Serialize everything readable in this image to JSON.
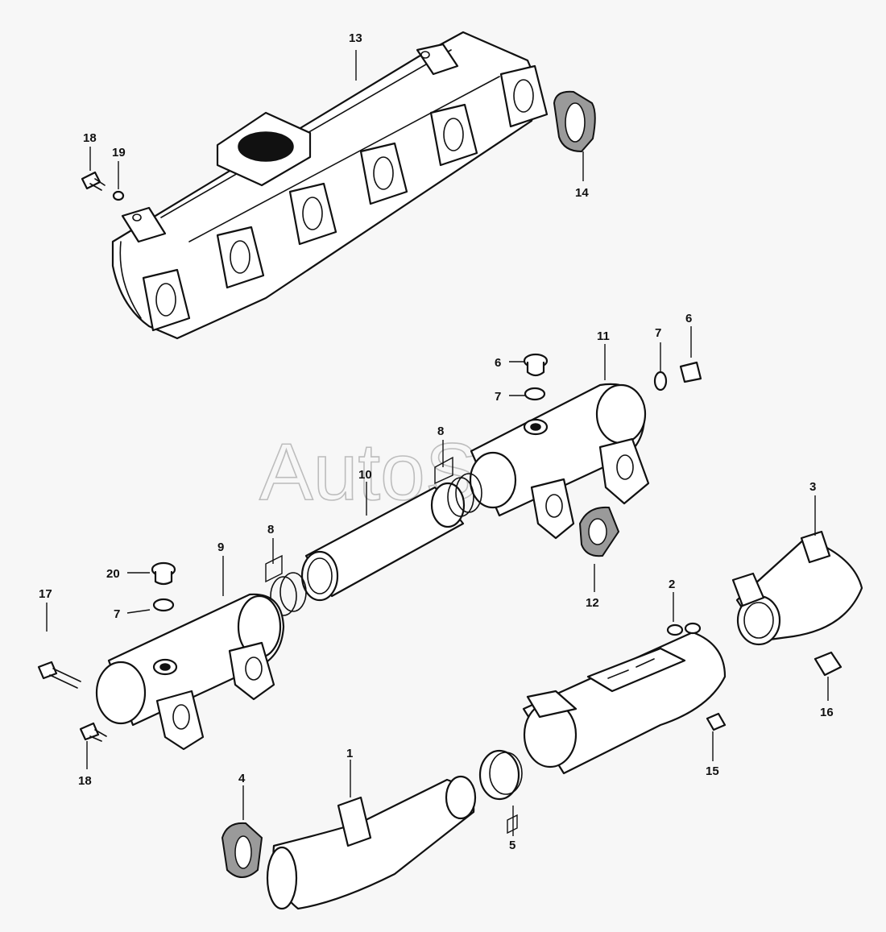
{
  "watermark": "AutoSoft",
  "callouts": {
    "c13": "13",
    "c14": "14",
    "c18a": "18",
    "c19": "19",
    "c6a": "6",
    "c6b": "6",
    "c7a": "7",
    "c7b": "7",
    "c7c": "7",
    "c11": "11",
    "c8a": "8",
    "c8b": "8",
    "c10": "10",
    "c9": "9",
    "c20": "20",
    "c17": "17",
    "c12": "12",
    "c3": "3",
    "c2": "2",
    "c16": "16",
    "c15": "15",
    "c18b": "18",
    "c1": "1",
    "c4": "4",
    "c5": "5"
  }
}
